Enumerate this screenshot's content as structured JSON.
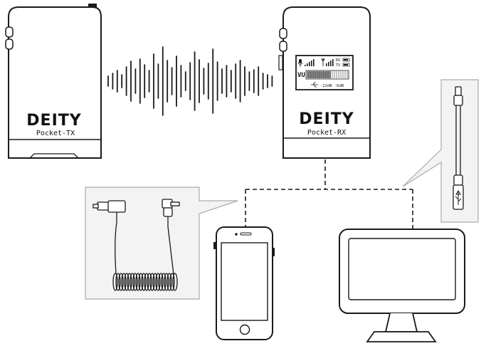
{
  "transmitter": {
    "brand": "DEITY",
    "model": "Pocket-TX"
  },
  "receiver": {
    "brand": "DEITY",
    "model": "Pocket-RX",
    "display": {
      "rx_label": "RX",
      "tx_label": "TX",
      "vu_label": "VU",
      "level_readout": "-12dB -6dB"
    }
  },
  "colors": {
    "line": "#1a1a1a",
    "device_fill": "#ffffff",
    "panel_fill": "#f3f3f3",
    "panel_stroke": "#aaaaaa"
  },
  "icons": [
    "signal-wave",
    "phone",
    "monitor",
    "coiled-cable",
    "usb-cable"
  ]
}
